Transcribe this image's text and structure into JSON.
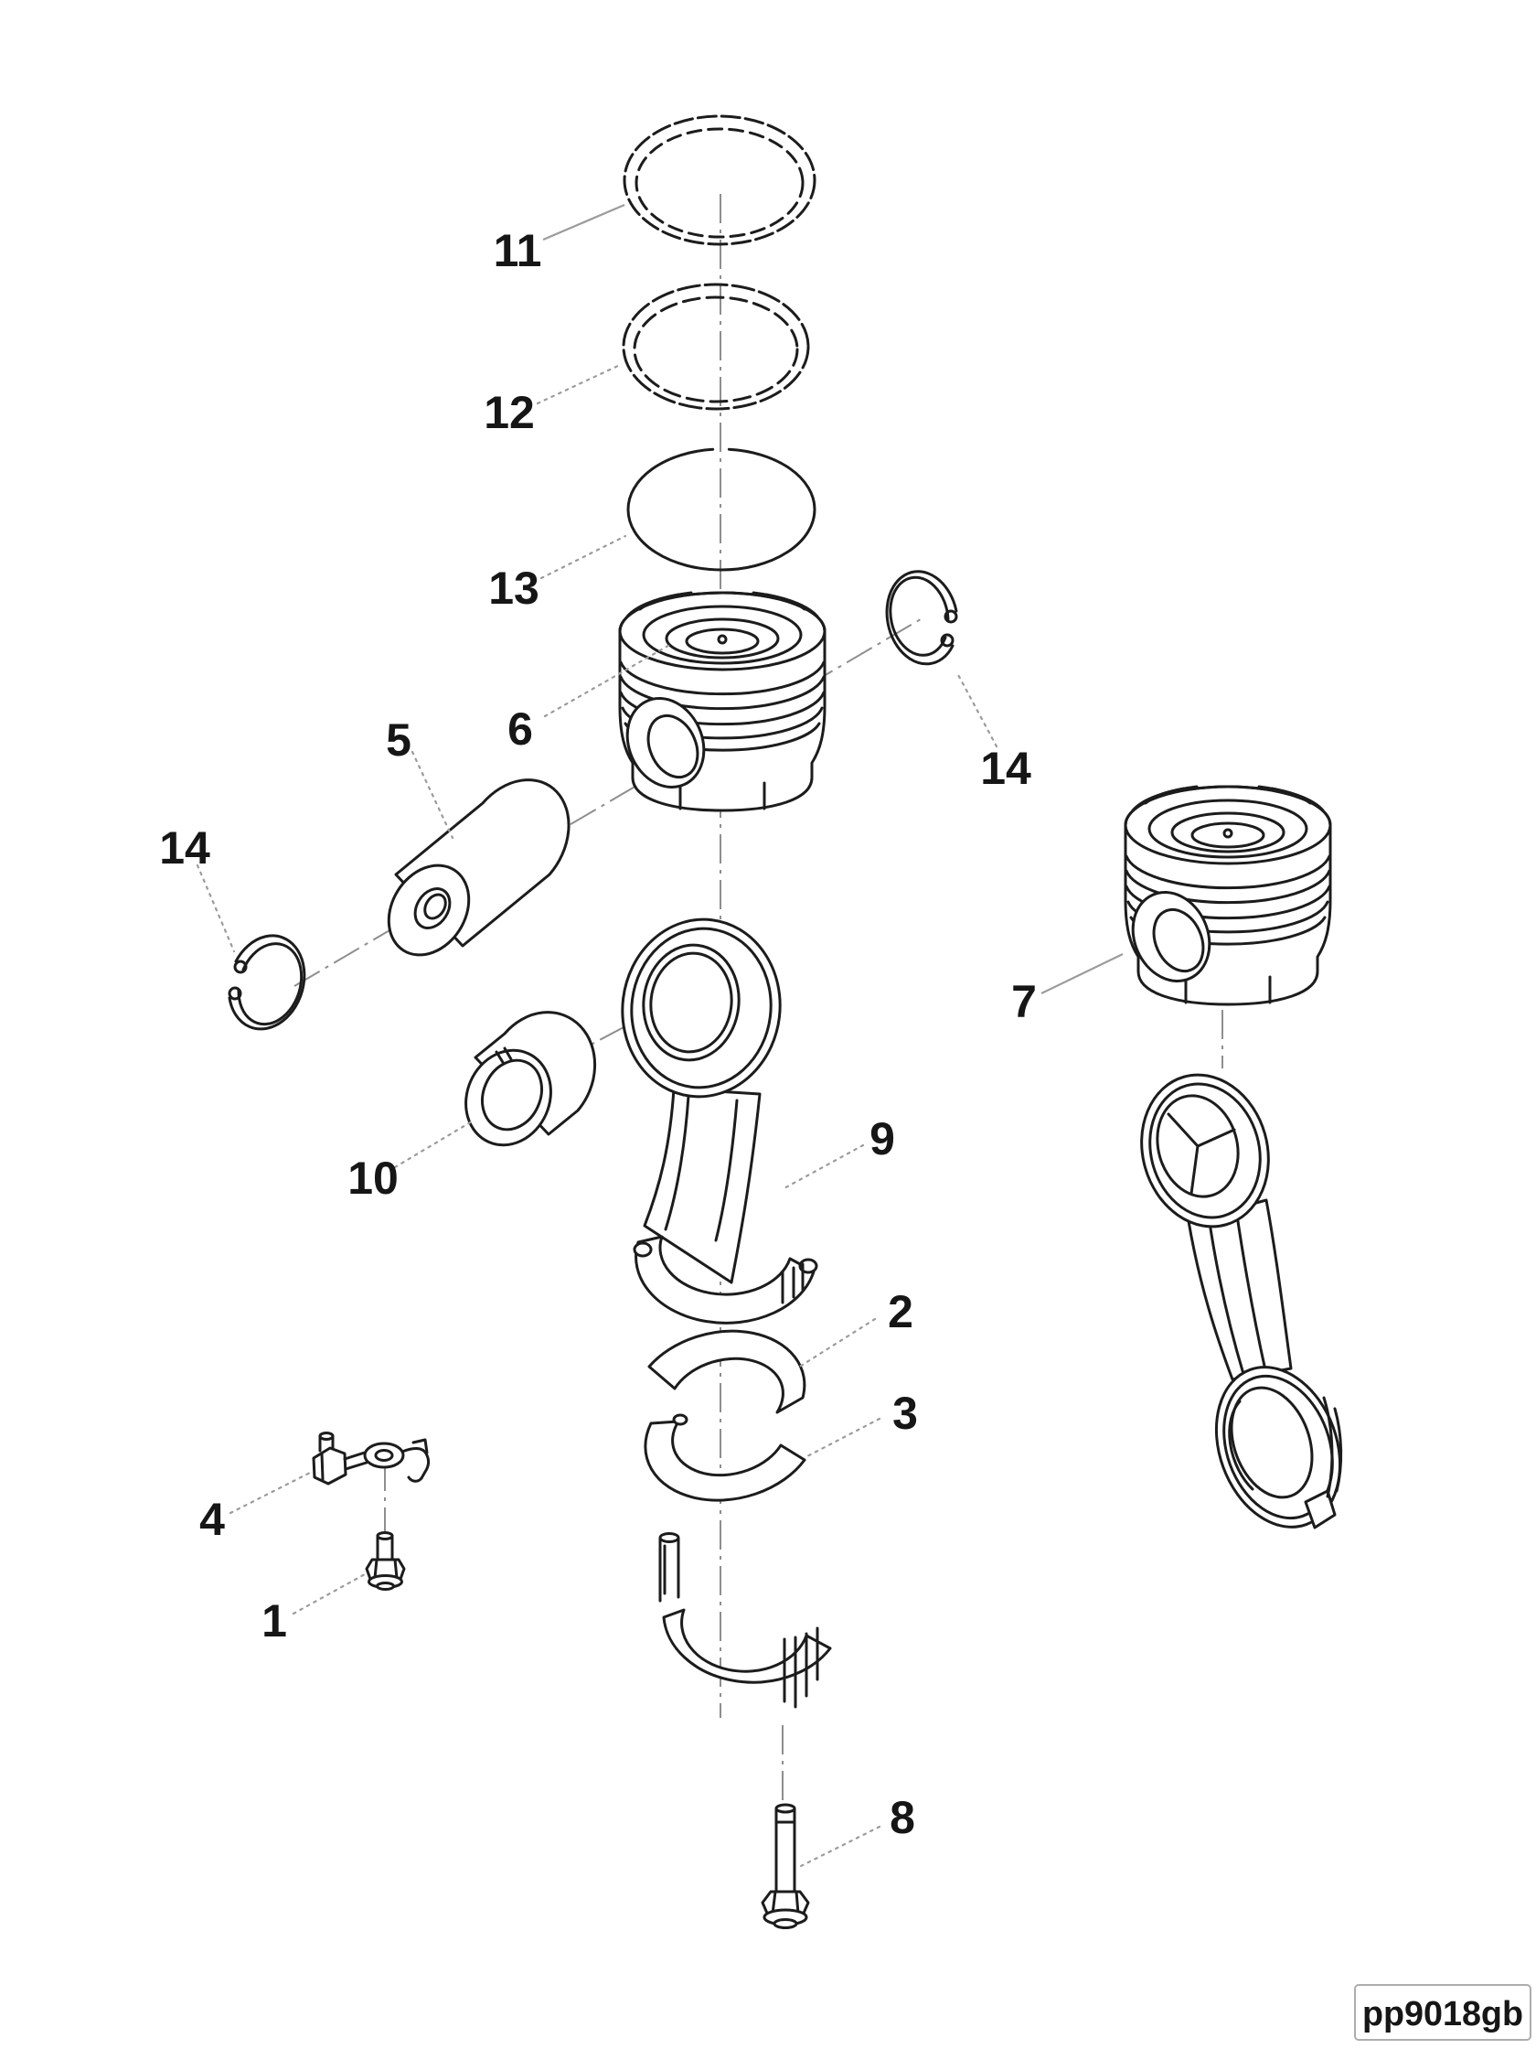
{
  "figure": {
    "drawing_code": "pp9018gb",
    "colors": {
      "ink": "#1c1c1c",
      "leader": "#9b9b9b",
      "code_box_border": "#adadad"
    },
    "callouts": {
      "ring_top": "11",
      "ring_middle": "12",
      "ring_oil": "13",
      "piston": "6",
      "circlip_right": "14",
      "piston_pin": "5",
      "circlip_left": "14",
      "small_end_bushing": "10",
      "connecting_rod": "9",
      "bearing_shell_upper": "2",
      "bearing_shell_lower": "3",
      "cooling_nozzle": "4",
      "nozzle_bolt": "1",
      "rod_cap_bolt": "8",
      "piston_rod_assembly": "7"
    }
  }
}
